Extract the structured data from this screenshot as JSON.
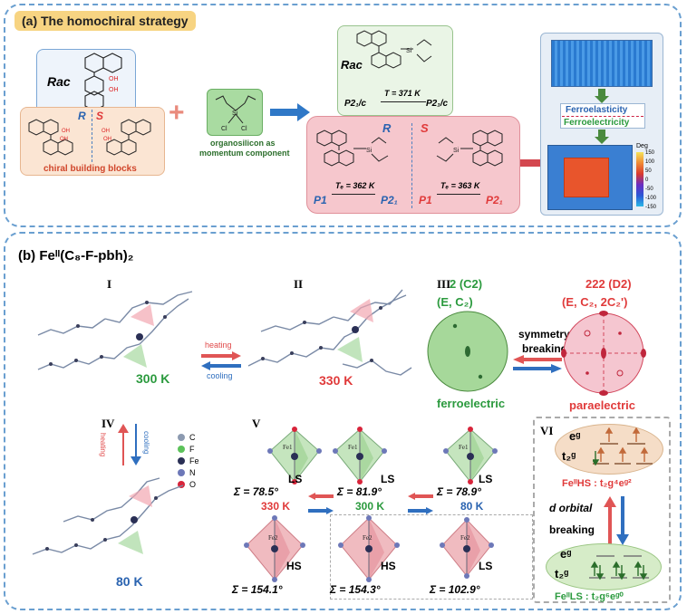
{
  "panel_a": {
    "title": "(a) The homochiral strategy",
    "rac_label": "Rac",
    "oh_label": "OH",
    "r_label": "R",
    "s_label": "S",
    "chiral_caption": "chiral building blocks",
    "plus": "+",
    "si_label": "Si",
    "cl_label": "Cl",
    "organosilicon_caption_1": "organosilicon as",
    "organosilicon_caption_2": "momentum component",
    "rac_product_label": "Rac",
    "rac_phase_low": "P2₁/c",
    "rac_transition": "T = 371 K",
    "rac_phase_high": "P2₁/c",
    "r_phase_low": "P1",
    "r_tc": "Tₑ = 362 K",
    "r_phase_high": "P2₁",
    "s_phase_low": "P1",
    "s_tc": "Tₑ = 363 K",
    "s_phase_high": "P2₁",
    "ferroelasticity": "Ferroelasticity",
    "ferroelectricity": "Ferroelectricity",
    "scale_title": "Deg",
    "scale_ticks": [
      "150",
      "100",
      "50",
      "0",
      "-50",
      "-100",
      "-150"
    ]
  },
  "panel_b": {
    "title": "(b) Feᴵᴵ(C₈-F-pbh)₂",
    "roman": [
      "I",
      "II",
      "III",
      "IV",
      "V",
      "VI"
    ],
    "temp_300": "300 K",
    "temp_330": "330 K",
    "temp_80": "80 K",
    "heating": "heating",
    "cooling": "cooling",
    "point_group_left": "2 (C2)",
    "point_group_right": "222 (D2)",
    "elements_left": "(E, C₂)",
    "elements_right": "(E, C₂, 2C₂')",
    "symmetry": "symmetry",
    "breaking": "breaking",
    "ferroelectric": "ferroelectric",
    "paraelectric": "paraelectric",
    "legend": [
      "C",
      "F",
      "Fe",
      "N",
      "O"
    ],
    "fe1": "Fe1",
    "fe2": "Fe2",
    "ls": "LS",
    "hs": "HS",
    "sigma_top": [
      "Σ = 78.5°",
      "Σ = 81.9°",
      "Σ = 78.9°"
    ],
    "temps_mid": [
      "330 K",
      "300 K",
      "80 K"
    ],
    "sigma_bottom": [
      "Σ = 154.1°",
      "Σ = 154.3°",
      "Σ = 102.9°"
    ],
    "spin_bottom": [
      "HS",
      "HS",
      "LS"
    ],
    "eg": "eᵍ",
    "t2g": "t₂ᵍ",
    "hs_config": "FeᴵᴵHS : t₂g⁴eᵍ²",
    "d_orbital": "d orbital",
    "orbital_breaking": "breaking",
    "ls_config": "FeᴵᴵLS : t₂g⁶eᵍ⁰"
  }
}
